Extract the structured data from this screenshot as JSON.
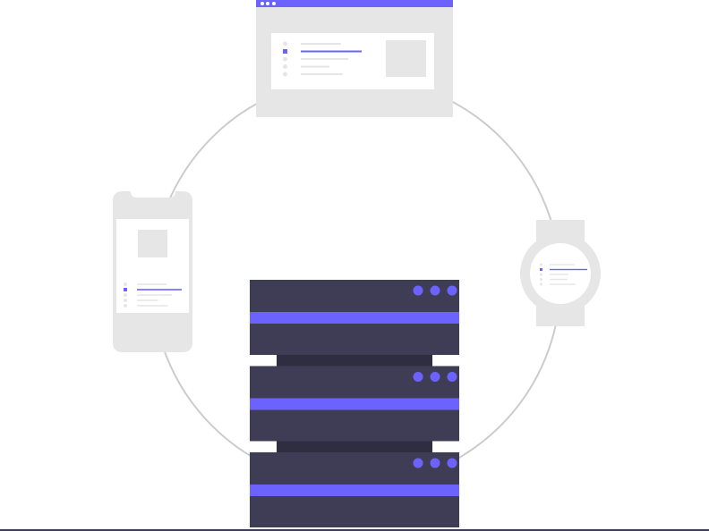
{
  "colors": {
    "accent": "#6c63ff",
    "dark": "#3f3d56",
    "darker": "#2f2e41",
    "device_gray": "#e6e6e6",
    "screen_white": "#ffffff",
    "line_gray": "#e6e6e6",
    "dot_gray": "#e6e6e6",
    "circle_stroke": "#cccccc"
  },
  "diagram": {
    "nodes": [
      {
        "id": "browser-window",
        "icon": "browser-window-icon"
      },
      {
        "id": "smartphone",
        "icon": "smartphone-icon"
      },
      {
        "id": "smartwatch",
        "icon": "smartwatch-icon"
      },
      {
        "id": "server-stack",
        "icon": "server-stack-icon"
      }
    ],
    "connection": "circle",
    "server_units": 3,
    "server_lights_per_unit": 3,
    "browser_list_rows": 5,
    "browser_selected_row": 2,
    "phone_list_rows": 5,
    "phone_selected_row": 2,
    "watch_list_rows": 5,
    "watch_selected_row": 2
  }
}
